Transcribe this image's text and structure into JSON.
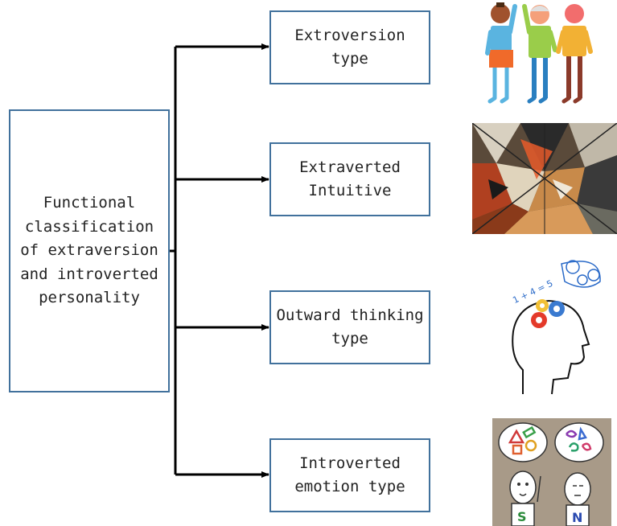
{
  "main": {
    "label": "Functional\nclassification\nof extraversion\nand introverted\npersonality"
  },
  "types": [
    {
      "label": "Extroversion\ntype",
      "icon": "people-high-five-icon"
    },
    {
      "label": "Extraverted\nIntuitive",
      "icon": "cubist-painting-icon"
    },
    {
      "label": "Outward thinking\ntype",
      "icon": "thinking-head-icon"
    },
    {
      "label": "Introverted\nemotion type",
      "icon": "sensing-intuition-figures-icon"
    }
  ],
  "illustrations": {
    "math_text": "1 + 4 = 5",
    "letter_s": "S",
    "letter_n": "N"
  },
  "colors": {
    "box_border": "#41719c",
    "arrow": "#000000"
  }
}
